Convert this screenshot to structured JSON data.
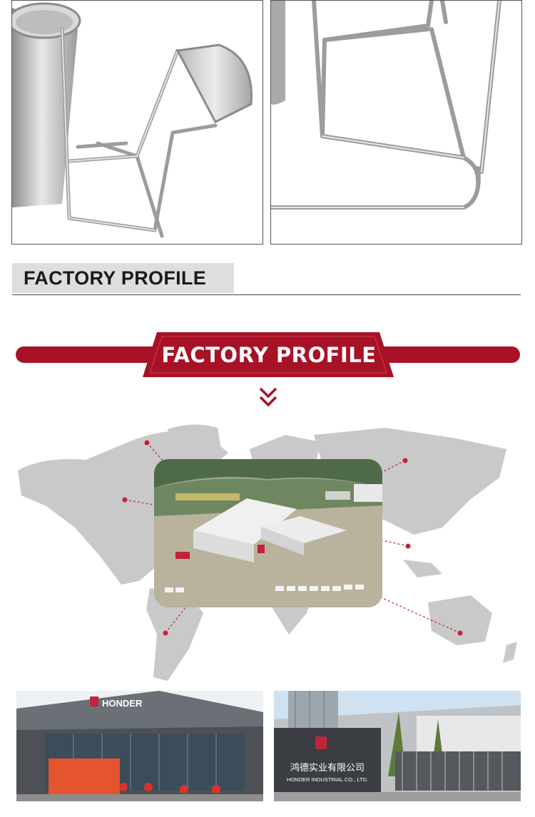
{
  "section_header": {
    "title": "FACTORY PROFILE"
  },
  "banner": {
    "title": "FACTORY PROFILE"
  },
  "photos": {
    "sign_brand": "HONDER",
    "sign_company_cn": "鸿德实业有限公司",
    "sign_company_en": "HONDER INDUSTRIAL CO., LTD."
  },
  "colors": {
    "brand_red": "#a81227",
    "map_gray": "#c9c9c9",
    "tab_gray": "#dedede"
  },
  "icons": [
    "double-chevron-down-icon",
    "location-dot-icon"
  ]
}
